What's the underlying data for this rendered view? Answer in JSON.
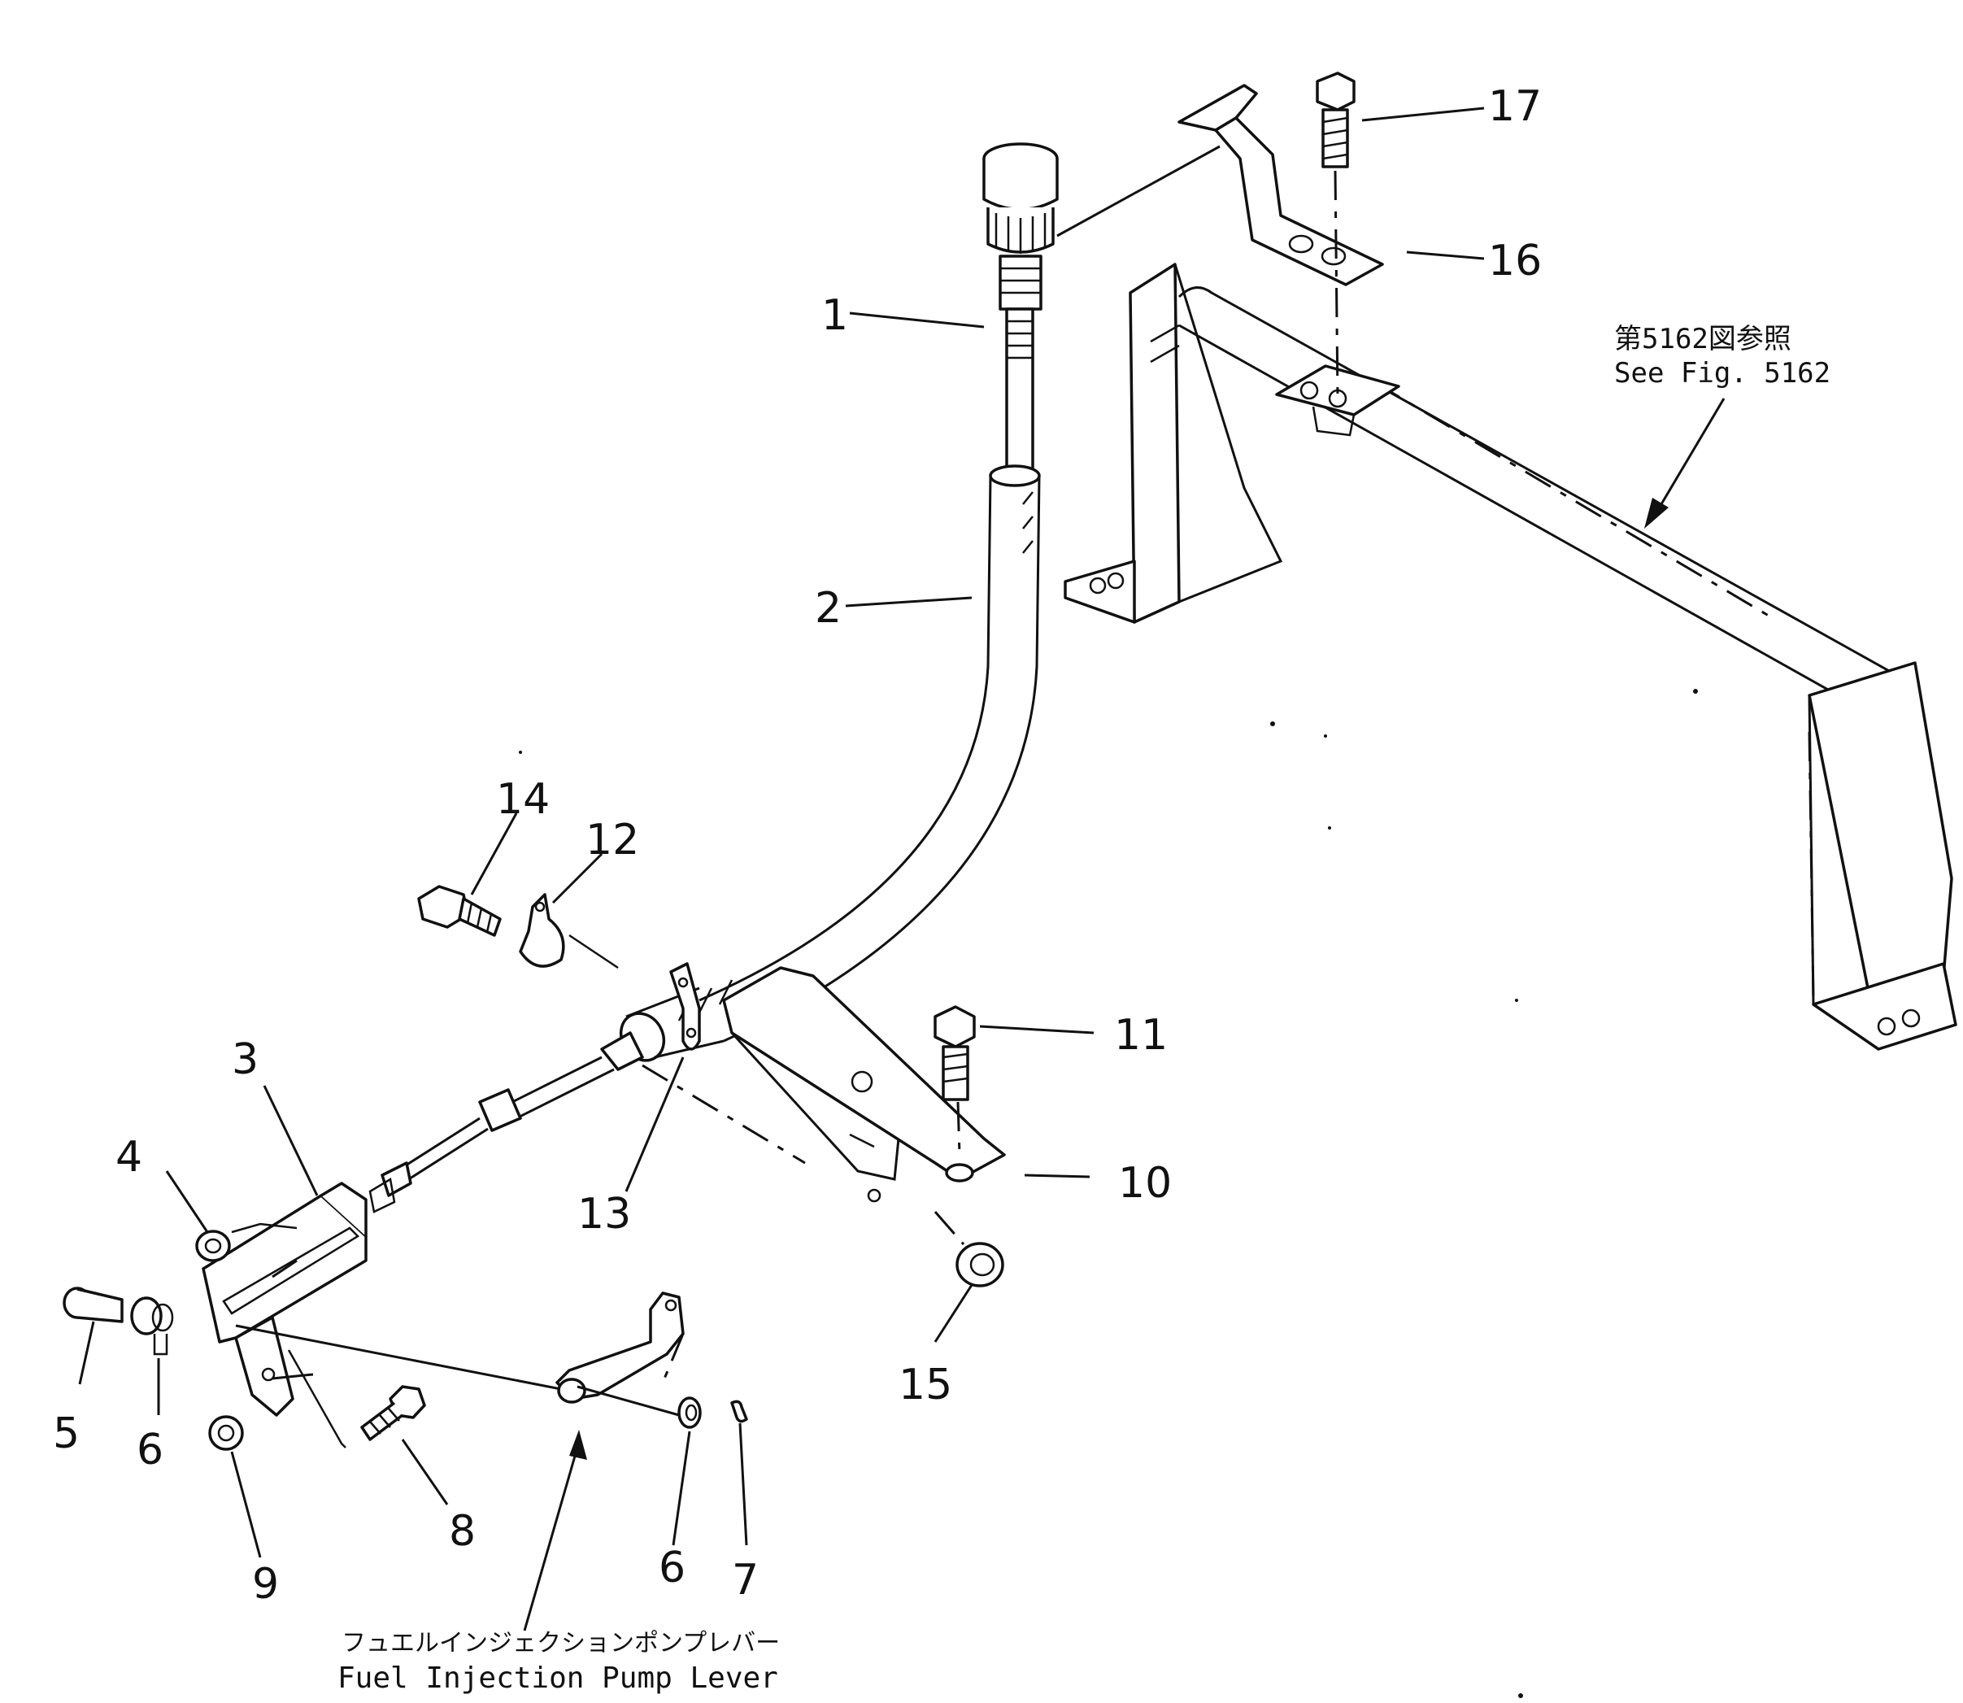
{
  "callouts": [
    {
      "id": "c1",
      "label": "1"
    },
    {
      "id": "c2",
      "label": "2"
    },
    {
      "id": "c3",
      "label": "3"
    },
    {
      "id": "c4",
      "label": "4"
    },
    {
      "id": "c5",
      "label": "5"
    },
    {
      "id": "c6a",
      "label": "6"
    },
    {
      "id": "c6b",
      "label": "6"
    },
    {
      "id": "c7",
      "label": "7"
    },
    {
      "id": "c8",
      "label": "8"
    },
    {
      "id": "c9",
      "label": "9"
    },
    {
      "id": "c10",
      "label": "10"
    },
    {
      "id": "c11",
      "label": "11"
    },
    {
      "id": "c12",
      "label": "12"
    },
    {
      "id": "c13",
      "label": "13"
    },
    {
      "id": "c14",
      "label": "14"
    },
    {
      "id": "c15",
      "label": "15"
    },
    {
      "id": "c16",
      "label": "16"
    },
    {
      "id": "c17",
      "label": "17"
    }
  ],
  "reference": {
    "japanese": "第5162図参照",
    "english": "See Fig. 5162"
  },
  "caption": {
    "japanese": "フュエルインジェクションポンプレバー",
    "english": "Fuel Injection Pump Lever"
  }
}
